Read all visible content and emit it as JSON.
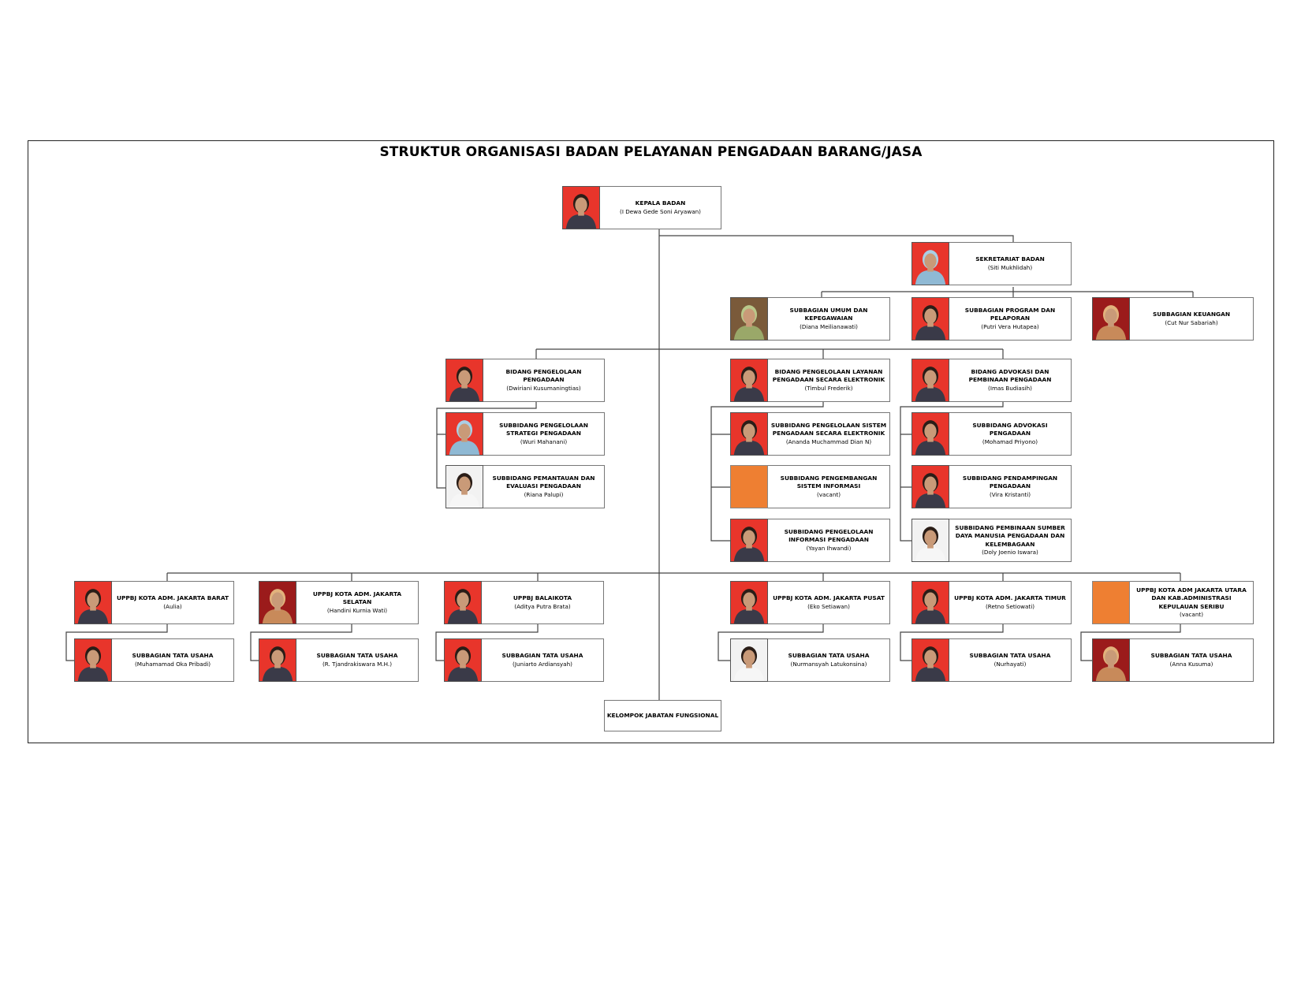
{
  "title": "STRUKTUR ORGANISASI BADAN PELAYANAN PENGADAAN BARANG/JASA",
  "colors": {
    "photo_bg_red": "#e8352b",
    "photo_bg_dark_red": "#9b1b1b",
    "vacant": "#ee7f32"
  },
  "nodes": {
    "kepala": {
      "title": "KEPALA BADAN",
      "person": "(I Dewa Gede Soni Aryawan)"
    },
    "sekretariat": {
      "title": "SEKRETARIAT BADAN",
      "person": "(Siti Mukhlidah)"
    },
    "sub_umum": {
      "title": "SUBBAGIAN UMUM DAN KEPEGAWAIAN",
      "person": "(Diana Meilianawati)"
    },
    "sub_program": {
      "title": "SUBBAGIAN PROGRAM DAN PELAPORAN",
      "person": "(Putri Vera Hutapea)"
    },
    "sub_keuangan": {
      "title": "SUBBAGIAN KEUANGAN",
      "person": "(Cut Nur Sabariah)"
    },
    "bidang_pengelolaan": {
      "title": "BIDANG PENGELOLAAN PENGADAAN",
      "person": "(Dwiriani Kusumaningtias)"
    },
    "sb_strategi": {
      "title": "SUBBIDANG PENGELOLAAN STRATEGI PENGADAAN",
      "person": "(Wuri Mahanani)"
    },
    "sb_pemantauan": {
      "title": "SUBBIDANG PEMANTAUAN DAN EVALUASI PENGADAAN",
      "person": "(Riana Palupi)"
    },
    "bidang_layanan": {
      "title": "BIDANG PENGELOLAAN LAYANAN PENGADAAN SECARA ELEKTRONIK",
      "person": "(Timbul Frederik)"
    },
    "sb_sistem": {
      "title": "SUBBIDANG PENGELOLAAN SISTEM PENGADAAN SECARA ELEKTRONIK",
      "person": "(Ananda Muchammad Dian N)"
    },
    "sb_pengembangan": {
      "title": "SUBBIDANG PENGEMBANGAN SISTEM INFORMASI",
      "person": "(vacant)"
    },
    "sb_informasi": {
      "title": "SUBBIDANG PENGELOLAAN INFORMASI PENGADAAN",
      "person": "(Yayan Ihwandi)"
    },
    "bidang_advokasi": {
      "title": "BIDANG ADVOKASI DAN PEMBINAAN PENGADAAN",
      "person": "(Imas Budiasih)"
    },
    "sb_advokasi": {
      "title": "SUBBIDANG ADVOKASI PENGADAAN",
      "person": "(Mohamad Priyono)"
    },
    "sb_pendampingan": {
      "title": "SUBBIDANG PENDAMPINGAN PENGADAAN",
      "person": "(Vira Kristanti)"
    },
    "sb_sdm": {
      "title": "SUBBIDANG PEMBINAAN SUMBER DAYA MANUSIA PENGADAAN DAN KELEMBAGAAN",
      "person": "(Doly Joenio Iswara)"
    },
    "uppbj_barat": {
      "title": "UPPBJ KOTA ADM. JAKARTA BARAT",
      "person": "(Aulia)"
    },
    "tu_barat": {
      "title": "SUBBAGIAN TATA USAHA",
      "person": "(Muhamamad Oka Pribadi)"
    },
    "uppbj_selatan": {
      "title": "UPPBJ KOTA ADM. JAKARTA SELATAN",
      "person": "(Handini Kurnia Wati)"
    },
    "tu_selatan": {
      "title": "SUBBAGIAN TATA USAHA",
      "person": "(R. Tjandrakiswara M.H.)"
    },
    "uppbj_balaikota": {
      "title": "UPPBJ BALAIKOTA",
      "person": "(Aditya Putra Brata)"
    },
    "tu_balaikota": {
      "title": "SUBBAGIAN TATA USAHA",
      "person": "(Juniarto Ardiansyah)"
    },
    "uppbj_pusat": {
      "title": "UPPBJ KOTA ADM. JAKARTA PUSAT",
      "person": "(Eko Setiawan)"
    },
    "tu_pusat": {
      "title": "SUBBAGIAN TATA USAHA",
      "person": "(Nurmansyah Latukonsina)"
    },
    "uppbj_timur": {
      "title": "UPPBJ KOTA ADM. JAKARTA TIMUR",
      "person": "(Retno Setiowati)"
    },
    "tu_timur": {
      "title": "SUBBAGIAN TATA USAHA",
      "person": "(Nurhayati)"
    },
    "uppbj_utara": {
      "title": "UPPBJ KOTA ADM JAKARTA UTARA DAN KAB.ADMINISTRASI KEPULAUAN SERIBU",
      "person": "(vacant)"
    },
    "tu_utara": {
      "title": "SUBBAGIAN TATA USAHA",
      "person": "(Anna Kusuma)"
    },
    "fungsional": {
      "title": "KELOMPOK JABATAN FUNGSIONAL"
    }
  }
}
